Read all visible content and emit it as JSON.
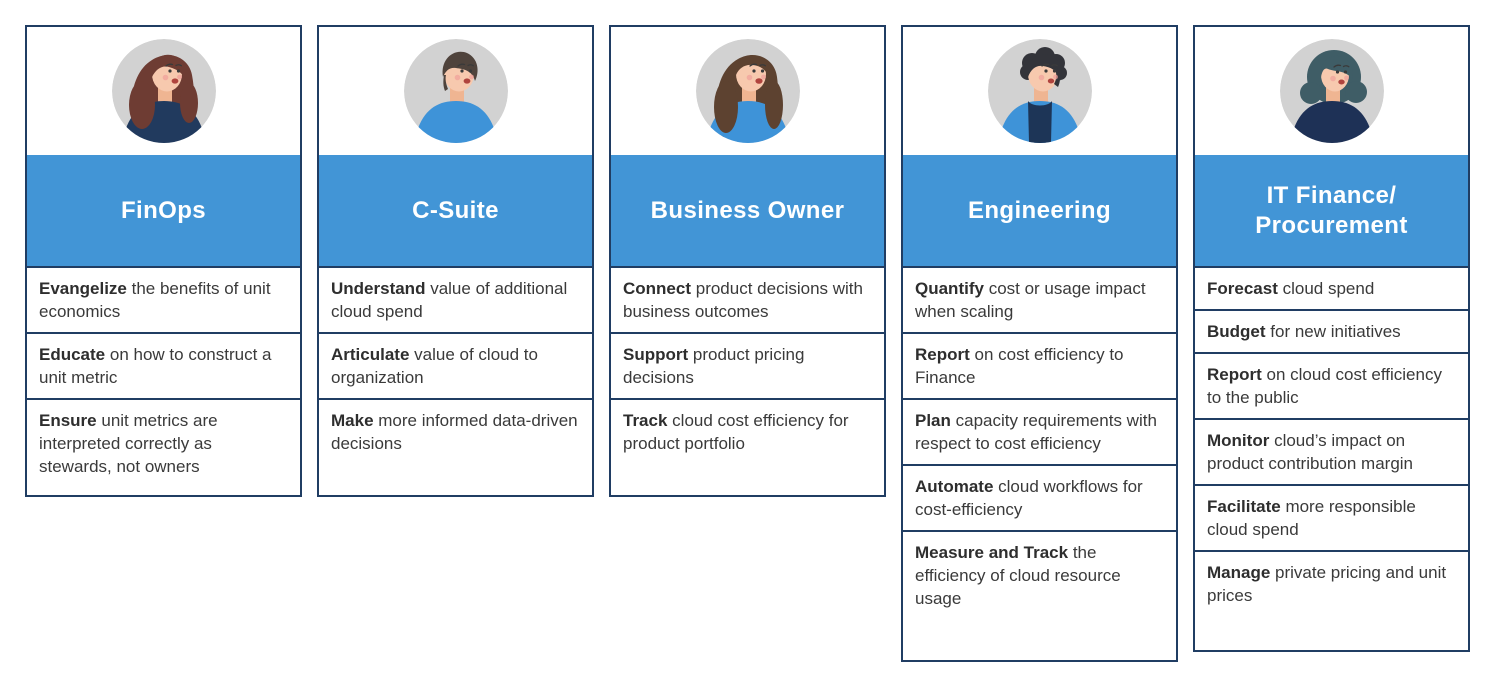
{
  "colors": {
    "header_blue": "#4295d6",
    "border_navy": "#203d63",
    "text_dark": "#3a3a3a",
    "lead_dark": "#2e2e2e",
    "header_text": "#ffffff",
    "avatar_bg": "#d2d2d2",
    "card_bg": "#ffffff"
  },
  "columns": [
    {
      "title": "FinOps",
      "avatar": "woman-long-auburn-hair-navy-top",
      "items": [
        {
          "lead": "Evangelize",
          "rest": "the benefits of unit economics"
        },
        {
          "lead": "Educate",
          "rest": "on how to construct a unit metric"
        },
        {
          "lead": "Ensure",
          "rest": "unit metrics are interpreted correctly as stewards, not owners"
        }
      ]
    },
    {
      "title": "C-Suite",
      "avatar": "man-short-brown-hair-blue-shirt",
      "items": [
        {
          "lead": "Understand",
          "rest": "value of additional cloud spend"
        },
        {
          "lead": "Articulate",
          "rest": "value of cloud to organization"
        },
        {
          "lead": "Make",
          "rest": "more informed data-driven decisions"
        }
      ]
    },
    {
      "title": "Business Owner",
      "avatar": "woman-long-brown-hair-blue-shirt",
      "items": [
        {
          "lead": "Connect",
          "rest": "product decisions with business outcomes"
        },
        {
          "lead": "Support",
          "rest": "product pricing decisions"
        },
        {
          "lead": "Track",
          "rest": "cloud cost efficiency for product portfolio"
        }
      ]
    },
    {
      "title": "Engineering",
      "avatar": "man-curly-dark-hair-blue-jacket",
      "items": [
        {
          "lead": "Quantify",
          "rest": "cost or usage impact when scaling"
        },
        {
          "lead": "Report",
          "rest": "on cost efficiency to Finance"
        },
        {
          "lead": "Plan",
          "rest": "capacity requirements with respect to cost efficiency"
        },
        {
          "lead": "Automate",
          "rest": "cloud workflows for cost-efficiency"
        },
        {
          "lead": "Measure and Track",
          "rest": "the efficiency of cloud resource usage"
        }
      ]
    },
    {
      "title": "IT Finance/\nProcurement",
      "avatar": "woman-teal-bob-hair-navy-top",
      "items": [
        {
          "lead": "Forecast",
          "rest": "cloud spend"
        },
        {
          "lead": "Budget",
          "rest": "for new initiatives"
        },
        {
          "lead": "Report",
          "rest": "on cloud cost efficiency to the public"
        },
        {
          "lead": "Monitor",
          "rest": "cloud’s impact on product contribution margin"
        },
        {
          "lead": "Facilitate",
          "rest": "more responsible cloud spend"
        },
        {
          "lead": "Manage",
          "rest": "private pricing and unit prices"
        }
      ]
    }
  ]
}
